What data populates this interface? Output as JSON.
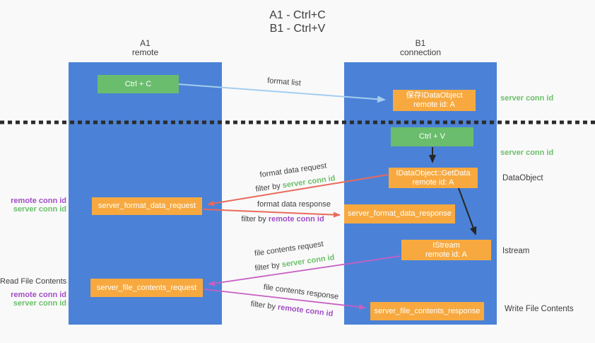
{
  "title": {
    "line1": "A1 - Ctrl+C",
    "line2": "B1 - Ctrl+V"
  },
  "lanes": {
    "left": {
      "name": "A1",
      "role": "remote"
    },
    "right": {
      "name": "B1",
      "role": "connection"
    }
  },
  "nodes": {
    "ctrl_c": {
      "label": "Ctrl + C"
    },
    "ctrl_v": {
      "label": "Ctrl + V"
    },
    "save_dataobject": {
      "label": "保存IDataObject",
      "sub": "remote id: A"
    },
    "getdata": {
      "label": "IDataObject::GetData",
      "sub": "remote id: A"
    },
    "istream": {
      "label": "IStream",
      "sub": "remote id: A"
    },
    "server_format_data_request": {
      "label": "server_format_data_request"
    },
    "server_format_data_response": {
      "label": "server_format_data_response"
    },
    "server_file_contents_request": {
      "label": "server_file_contents_request"
    },
    "server_file_contents_response": {
      "label": "server_file_contents_response"
    }
  },
  "flow_labels": {
    "format_list": "format list",
    "format_data_request": "format data request",
    "format_data_response": "format data response",
    "file_contents_request": "file contents request",
    "file_contents_response": "file contents response",
    "filter_by": "filter by",
    "server_conn_id": "server conn id",
    "remote_conn_id": "remote conn id"
  },
  "side_labels": {
    "dataobject": "DataObject",
    "istream": "Istream",
    "write_file_contents": "Write File Contents",
    "read_file_contents": "Read File Contents"
  },
  "colors": {
    "lane_blue": "#4b82d7",
    "node_green": "#6abd6d",
    "node_orange": "#f7a93f",
    "arrow_light_blue": "#a5cdee",
    "arrow_red": "#e96a5b",
    "arrow_magenta": "#c75fc3",
    "arrow_black": "#262626",
    "divider_black": "#2b2b2b",
    "text_dark": "#3c3c3c",
    "text_green": "#6cbf6a",
    "text_purple": "#a14ec5"
  }
}
